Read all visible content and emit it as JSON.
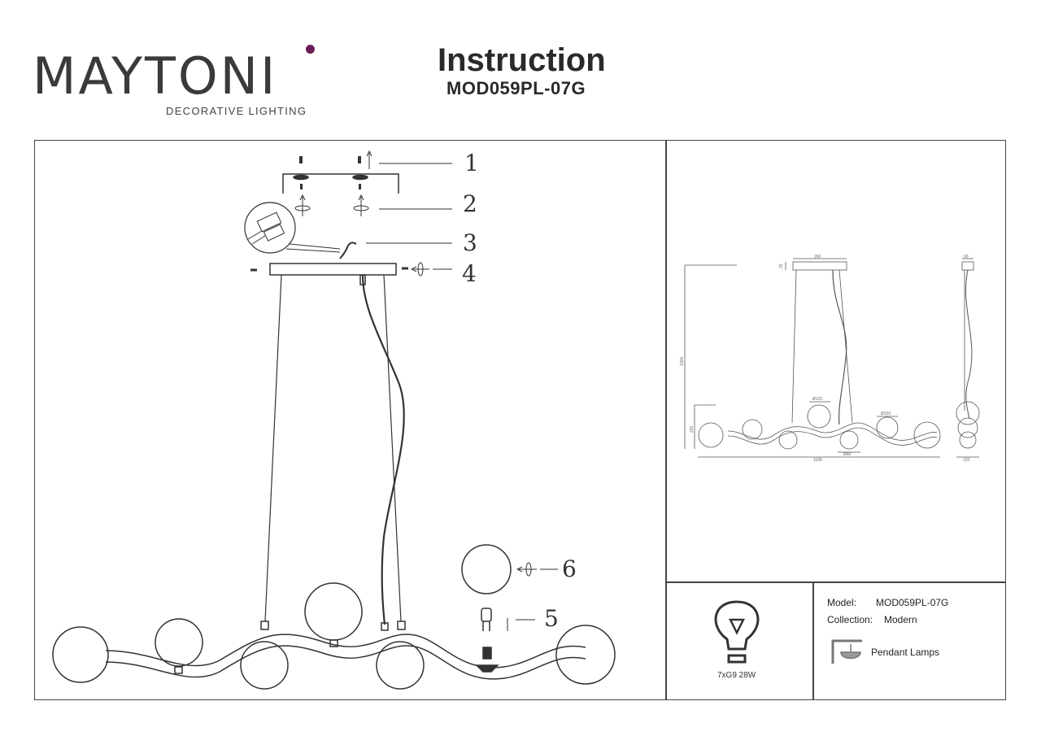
{
  "brand": {
    "name": "MAYTONI",
    "tagline": "DECORATIVE LIGHTING",
    "accent": "#6b1d55"
  },
  "header": {
    "title": "Instruction",
    "model": "MOD059PL-07G"
  },
  "steps": [
    "1",
    "2",
    "3",
    "4",
    "5",
    "6"
  ],
  "dimensions": {
    "canopy_width": "260",
    "canopy_height": "25",
    "total_height": "1300",
    "lamp_height": "220",
    "length": "1190",
    "globe_large": "Ø120",
    "globe_medium": "Ø100",
    "globe_small": "Ø80",
    "side_depth": "60",
    "side_width": "120"
  },
  "specs": {
    "bulb": "7xG9 28W",
    "model_label": "Model:",
    "model_value": "MOD059PL-07G",
    "collection_label": "Collection:",
    "collection_value": "Modern",
    "type_value": "Pendant Lamps"
  },
  "icons": [
    "bulb-icon",
    "pendant-lamp-icon",
    "screw-icon",
    "rotate-icon",
    "arrow-icon"
  ]
}
